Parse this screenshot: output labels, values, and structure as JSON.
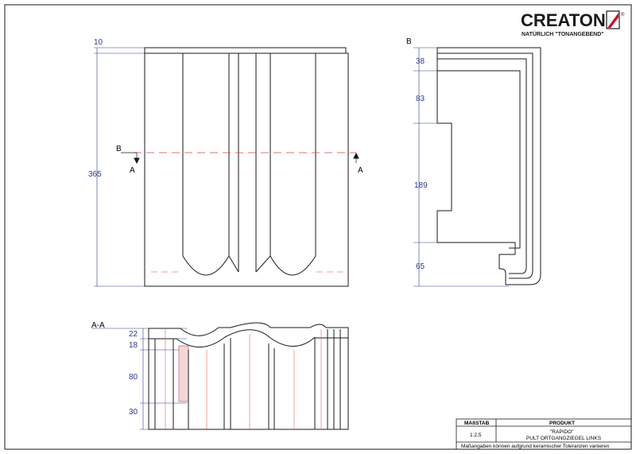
{
  "logo": {
    "brand": "CREATON",
    "registered": "®",
    "slogan": "NATÜRLICH \"TONANGEBEND\""
  },
  "views": {
    "top": {
      "dim_width": "10",
      "dim_height": "365",
      "section_b": "B",
      "section_a_left": "A",
      "section_a_right": "A"
    },
    "side": {
      "label": "B",
      "dims": [
        "38",
        "83",
        "189",
        "65"
      ]
    },
    "section": {
      "label": "A-A",
      "dims": [
        "22",
        "18",
        "80",
        "30"
      ]
    }
  },
  "title_block": {
    "scale_header": "MAßSTAB",
    "scale_value": "1:2,5",
    "product_header": "PRODUKT",
    "product_line1": "\"RAPIDO\"",
    "product_line2": "PULT ORTGANGZIEGEL LINKS",
    "disclaimer": "Maßangaben können aufgrund keramischer Toleranzen variieren"
  },
  "colors": {
    "line": "#1a1a1a",
    "dimension": "#2b3a8f",
    "center": "#e04040",
    "logo_red": "#c8102e"
  }
}
